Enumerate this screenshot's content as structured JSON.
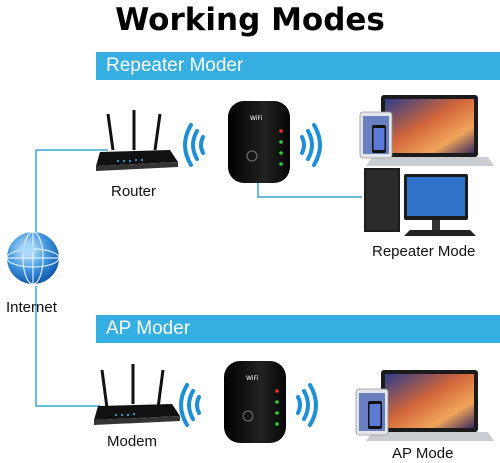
{
  "title": "Working Modes",
  "sections": [
    {
      "banner": "Repeater Moder",
      "source_label": "Router",
      "client_label": "Repeater Mode"
    },
    {
      "banner": "AP Moder",
      "source_label": "Modem",
      "client_label": "AP Mode"
    }
  ],
  "internet_label": "Internet",
  "colors": {
    "banner": "#35aee2",
    "cable": "#3aa6d8",
    "wifi_waves": "#1e8fd6",
    "device_body": "#111111"
  },
  "icons": [
    "globe-icon",
    "router-icon",
    "modem-icon",
    "repeater-icon",
    "wifi-signal-icon",
    "laptop-icon",
    "phone-icon",
    "tablet-icon",
    "desktop-computer-icon"
  ]
}
